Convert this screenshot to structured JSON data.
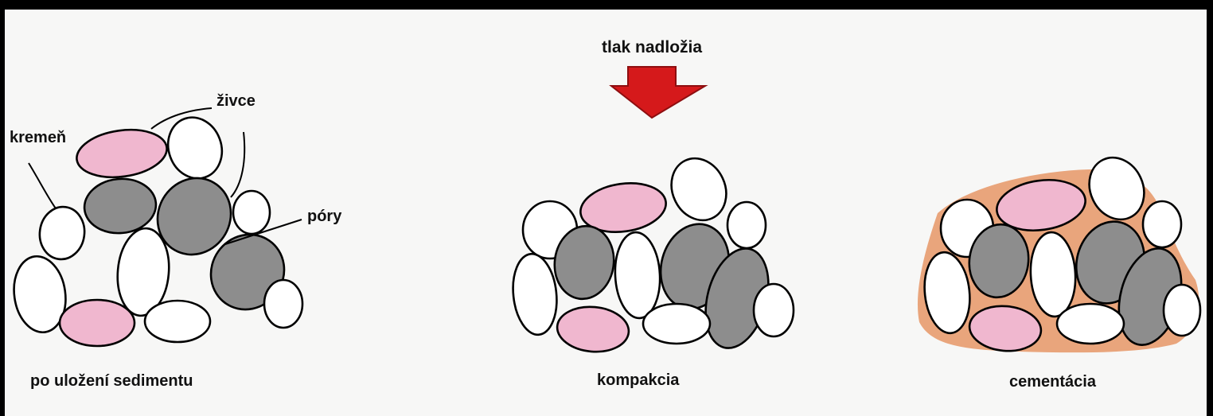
{
  "labels": {
    "pressure": "tlak nadložia",
    "feldspar": "živce",
    "quartz": "kremeň",
    "pores": "póry"
  },
  "stages": [
    {
      "caption": "po uložení sedimentu"
    },
    {
      "caption": "kompakcia"
    },
    {
      "caption": "cementácia"
    }
  ],
  "colors": {
    "frame": "#000000",
    "paper": "#f7f7f6",
    "quartz_fill": "#ffffff",
    "feldspar_pink": "#f0b7cf",
    "feldspar_gray": "#8d8d8d",
    "cement": "#e9a57c",
    "arrow": "#d5191b",
    "outline": "#000000"
  },
  "icons": {
    "pressure_arrow": "down-arrow-icon"
  }
}
